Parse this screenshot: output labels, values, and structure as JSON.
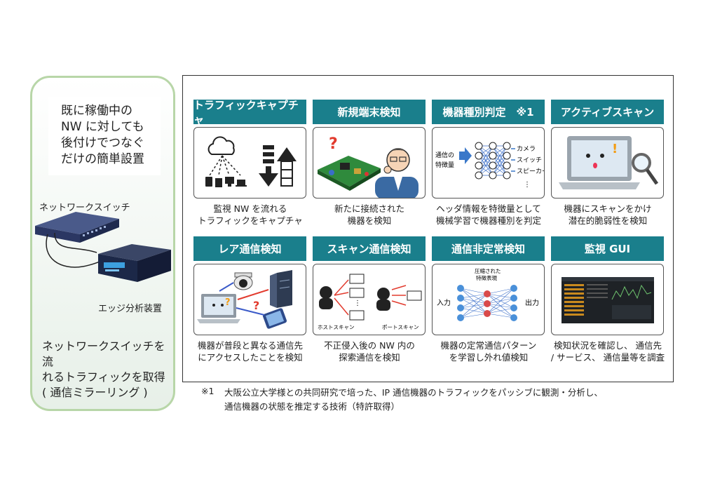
{
  "left": {
    "intro": "既に稼働中の\nNW に対しても\n後付けでつなぐ\nだけの簡単設置",
    "switch_label": "ネットワークスイッチ",
    "edge_label": "エッジ分析装置",
    "mirror_text": "ネットワークスイッチを流\nれるトラフィックを取得\n( 通信ミラーリング )"
  },
  "cards": [
    {
      "title": "トラフィックキャプチャ",
      "desc": "監視 NW を流れる\nトラフィックをキャプチャ"
    },
    {
      "title": "新規端末検知",
      "desc": "新たに接続された\n機器を検知"
    },
    {
      "title": "機器種別判定　※1",
      "desc": "ヘッダ情報を特徴量として\n機械学習で機器種別を判定"
    },
    {
      "title": "アクティブスキャン",
      "desc": "機器にスキャンをかけ\n潜在的脆弱性を検知"
    },
    {
      "title": "レア通信検知",
      "desc": "機器が普段と異なる通信先\nにアクセスしたことを検知"
    },
    {
      "title": "スキャン通信検知",
      "desc": "不正侵入後の NW 内の\n探索通信を検知"
    },
    {
      "title": "通信非定常検知",
      "desc": "機器の定常通信パターン\nを学習し外れ値検知"
    },
    {
      "title": "監視 GUI",
      "desc": "検知状況を確認し、 通信先\n/ サービス、 通信量等を調査"
    }
  ],
  "illustrations": {
    "device_type": {
      "input": "通信の\n特徴量",
      "outputs": [
        "カメラ",
        "スイッチ",
        "スピーカー",
        "⋮"
      ]
    },
    "scan": {
      "host_scan": "ホストスキャン",
      "port_scan": "ポートスキャン"
    },
    "anomaly": {
      "compressed": "圧縮された\n特徴表現",
      "input": "入力",
      "output": "出力"
    }
  },
  "footnote": {
    "mark": "※1",
    "text": "大阪公立大学様との共同研究で培った、IP 通信機器のトラフィックをパッシブに観測・分析し、\n通信機器の状態を推定する技術（特許取得）"
  },
  "colors": {
    "teal": "#1a7f8c",
    "panel_border": "#b8d6a8",
    "panel_bg": "#e7f0e8"
  }
}
